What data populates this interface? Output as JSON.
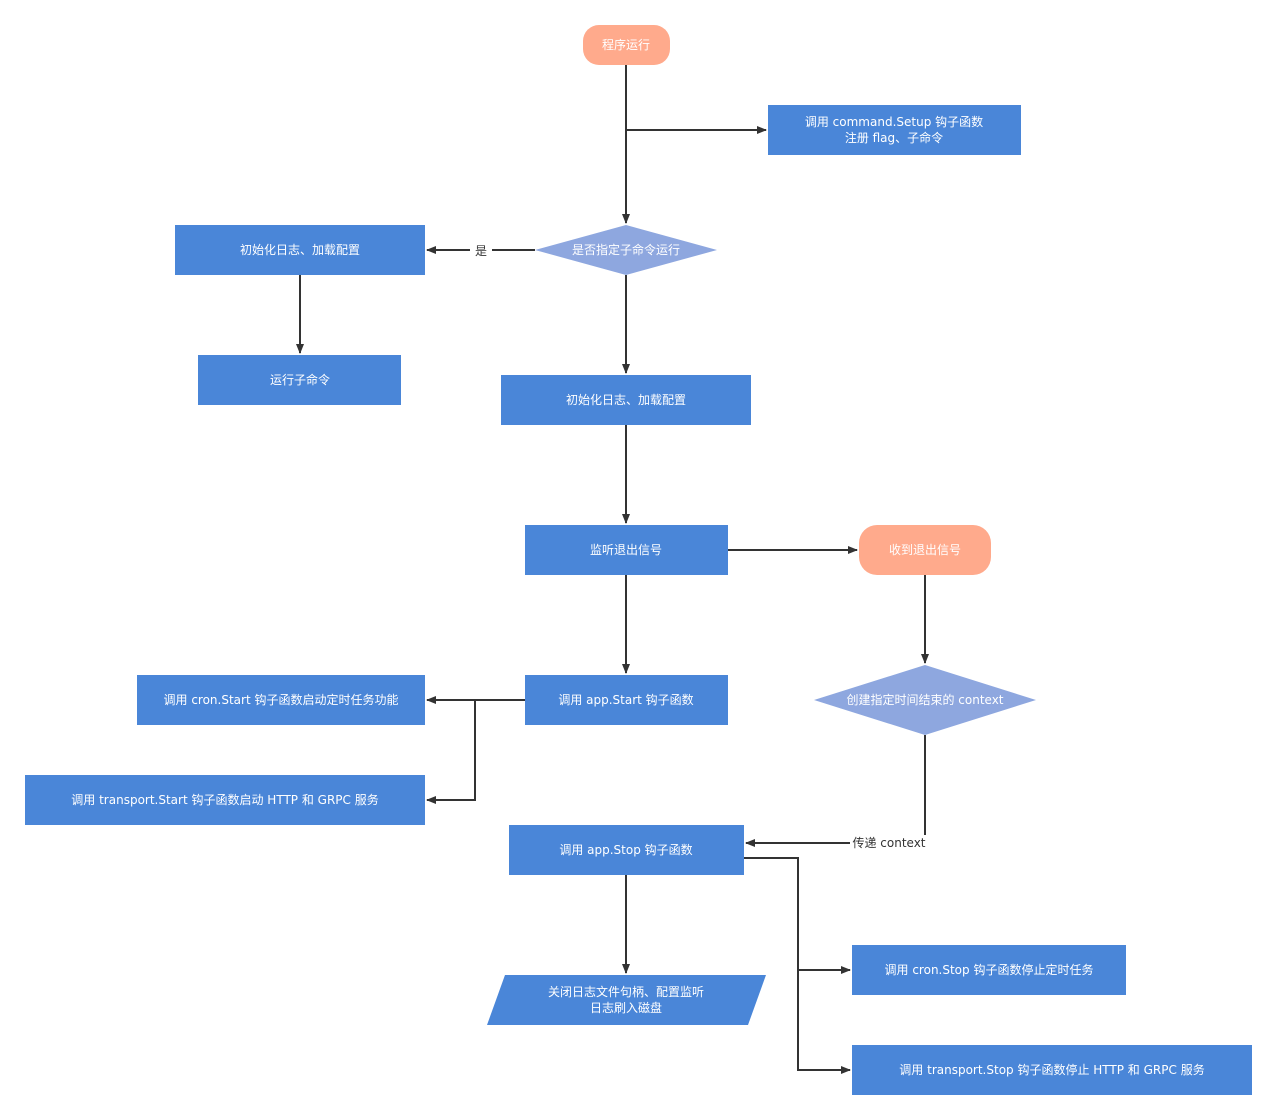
{
  "colors": {
    "process": "#4a86d8",
    "terminal": "#ffaa8c",
    "decision": "#8ea7df",
    "line": "#333333",
    "text": "#ffffff"
  },
  "nodes": {
    "start": "程序运行",
    "setup": [
      "调用 command.Setup 钩子函数",
      "注册 flag、子命令"
    ],
    "decision_subcommand": "是否指定子命令运行",
    "init_left": "初始化日志、加载配置",
    "run_subcommand": "运行子命令",
    "init_center": "初始化日志、加载配置",
    "listen_signal": "监听退出信号",
    "received_signal": "收到退出信号",
    "create_context": "创建指定时间结束的 context",
    "app_start": "调用 app.Start 钩子函数",
    "cron_start": "调用 cron.Start 钩子函数启动定时任务功能",
    "transport_start": "调用 transport.Start 钩子函数启动 HTTP 和 GRPC 服务",
    "app_stop": "调用 app.Stop 钩子函数",
    "close_logs": [
      "关闭日志文件句柄、配置监听",
      "日志刷入磁盘"
    ],
    "cron_stop": "调用 cron.Stop 钩子函数停止定时任务",
    "transport_stop": "调用 transport.Stop 钩子函数停止 HTTP 和 GRPC 服务"
  },
  "edge_labels": {
    "yes": "是",
    "pass_context": "传递 context"
  }
}
